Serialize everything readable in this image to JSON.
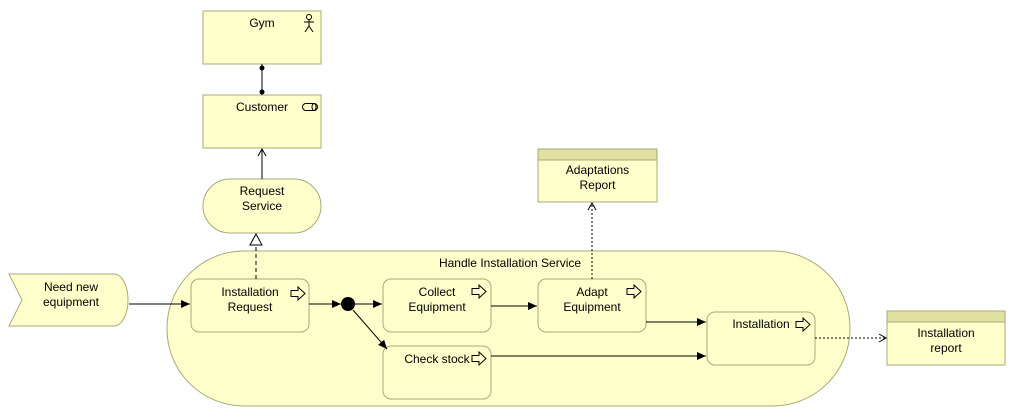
{
  "colors": {
    "element_fill": "#ffffcc",
    "element_stroke": "#a8a87a",
    "object_header": "#e0e0a0",
    "line": "#000000"
  },
  "nodes": {
    "gym": {
      "label": "Gym",
      "icon": "actor-icon"
    },
    "customer": {
      "label": "Customer",
      "icon": "role-icon"
    },
    "request_service": {
      "label": "Request\nService"
    },
    "handle_installation_service": {
      "label": "Handle Installation Service"
    },
    "need_new_equipment": {
      "label": "Need new\nequipment"
    },
    "installation_request": {
      "label": "Installation\nRequest",
      "icon": "process-arrow-icon"
    },
    "collect_equipment": {
      "label": "Collect\nEquipment",
      "icon": "process-arrow-icon"
    },
    "adapt_equipment": {
      "label": "Adapt\nEquipment",
      "icon": "process-arrow-icon"
    },
    "installation": {
      "label": "Installation",
      "icon": "process-arrow-icon"
    },
    "check_stock": {
      "label": "Check stock",
      "icon": "process-arrow-icon"
    },
    "adaptations_report": {
      "label": "Adaptations\nReport"
    },
    "installation_report": {
      "label": "Installation\nreport"
    }
  }
}
